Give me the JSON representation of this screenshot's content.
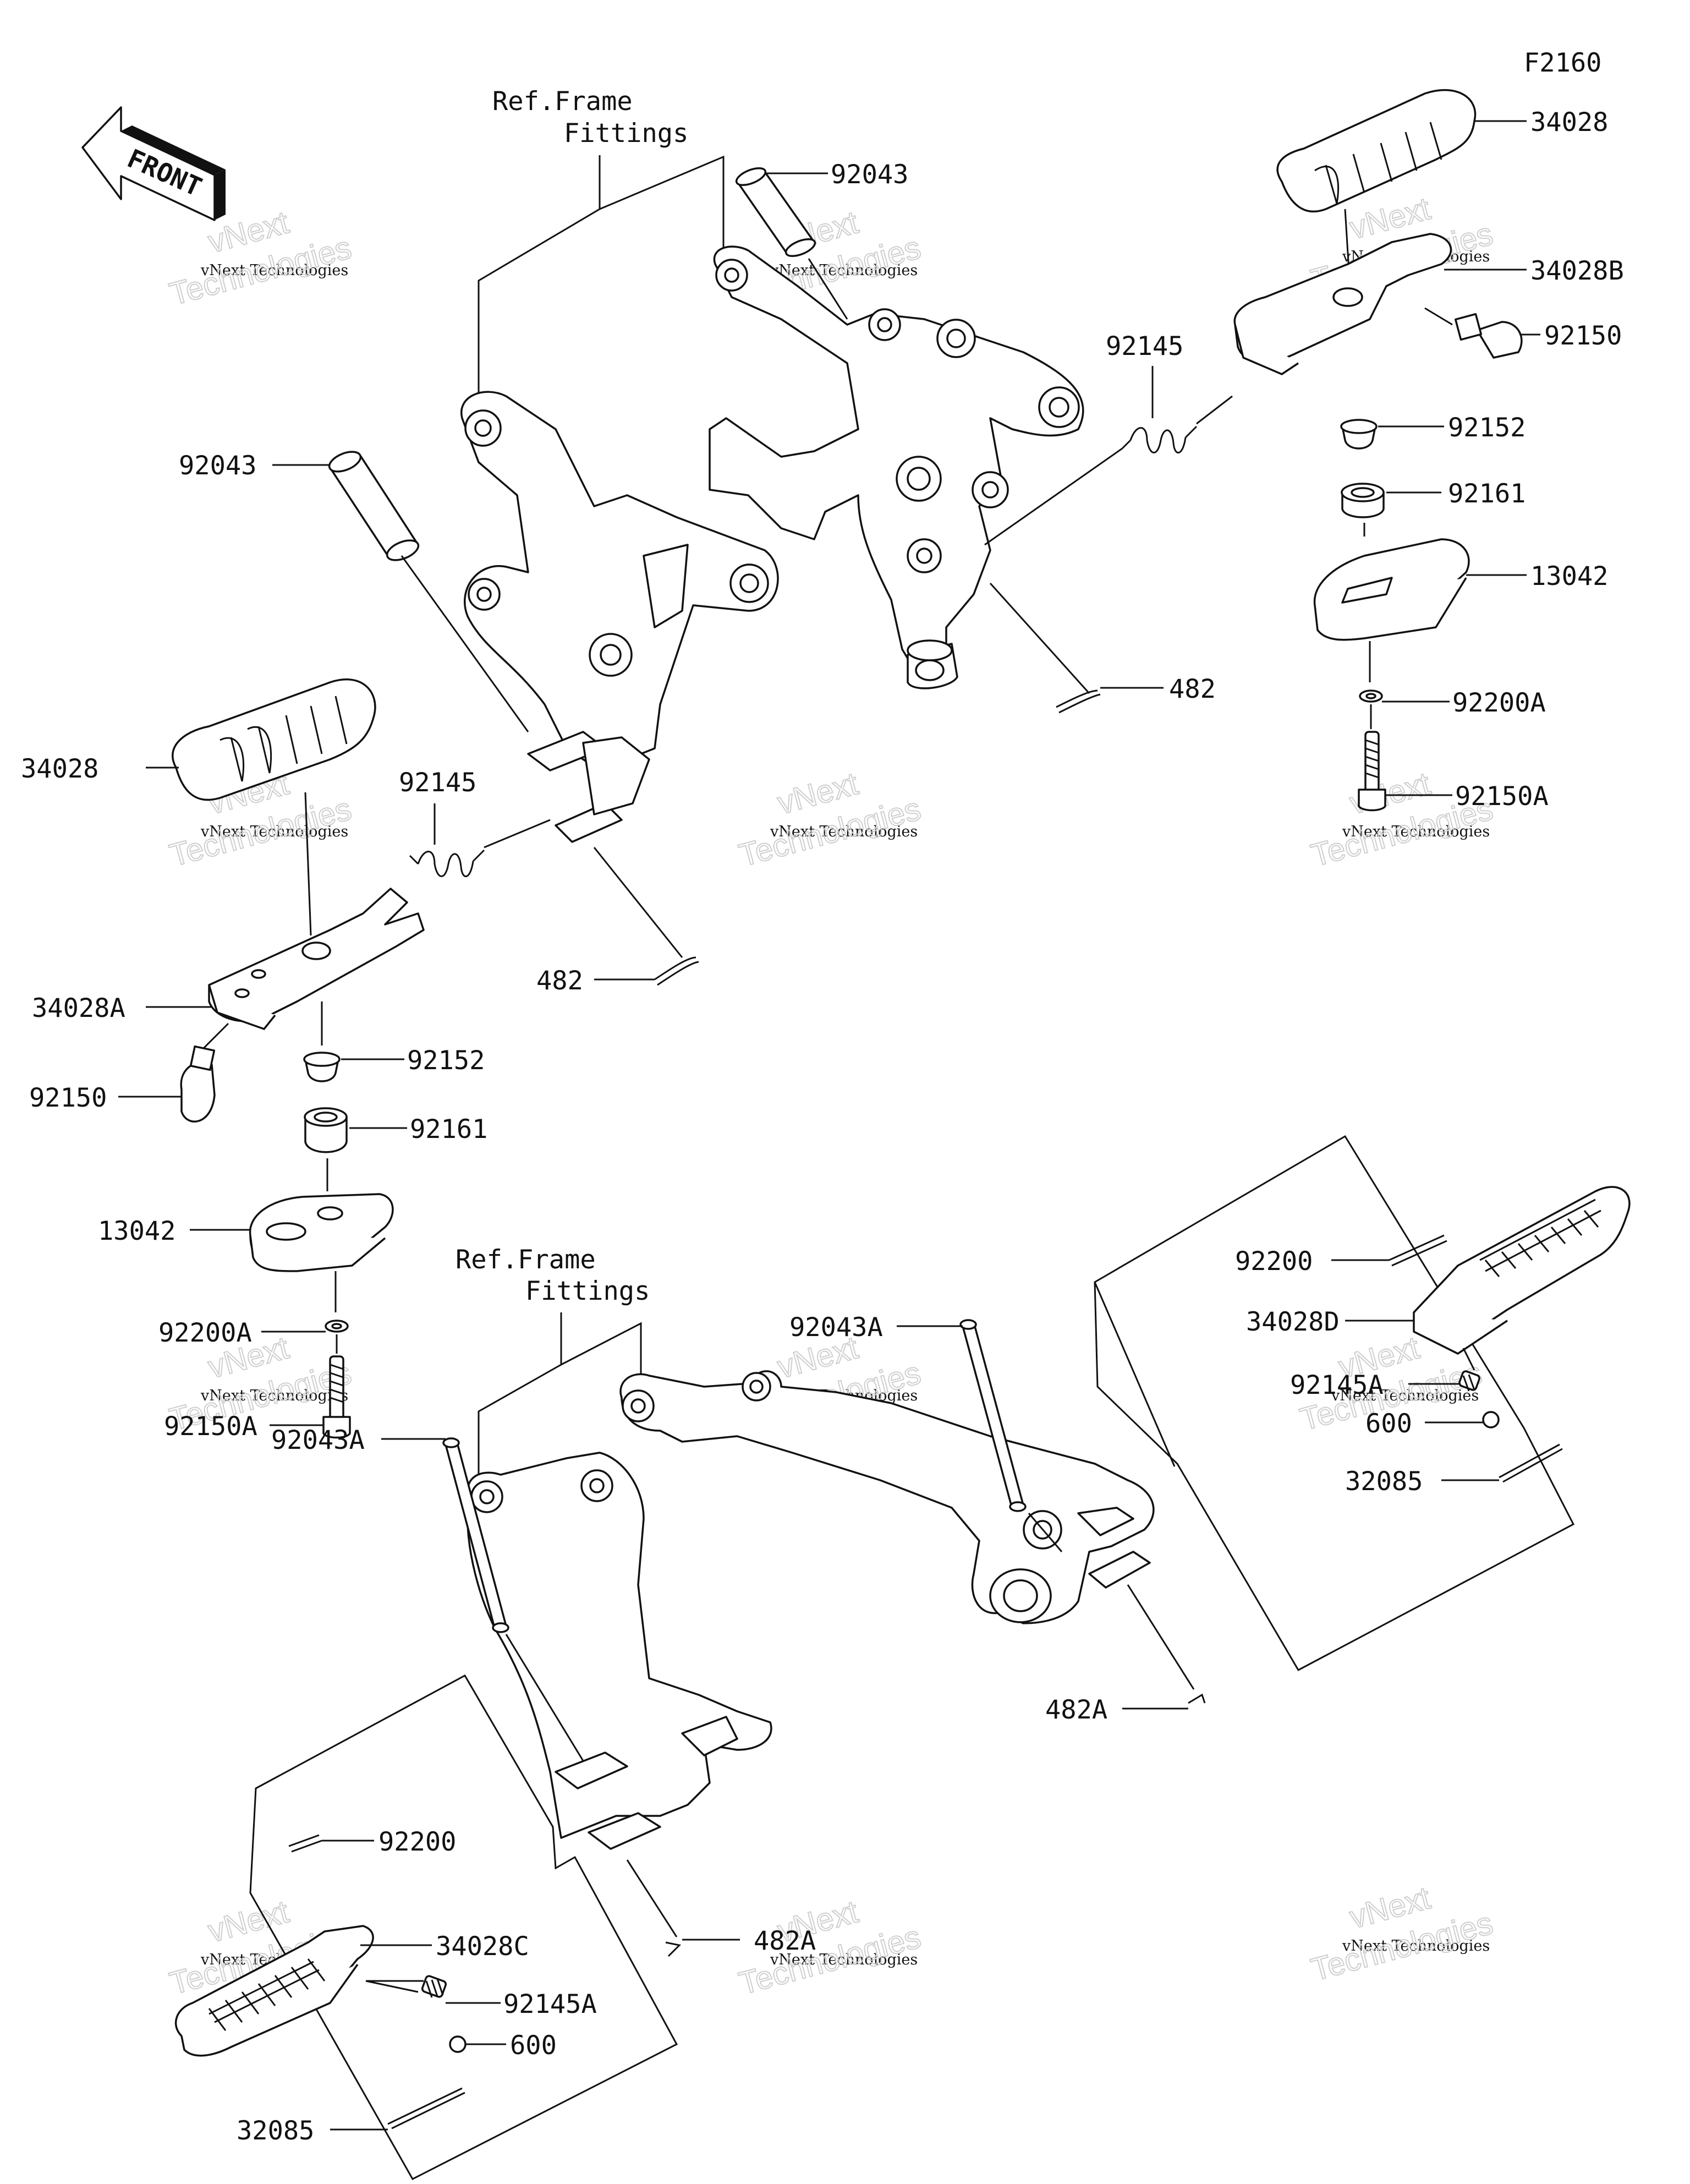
{
  "figure_code": "F2160",
  "front_arrow": {
    "text": "FRONT",
    "icon": "front-arrow-icon"
  },
  "watermark": {
    "line1": "vNext Technologies",
    "line2": "vNext",
    "line3": "Technologies"
  },
  "top_left": {
    "ref_frame": {
      "line1": "Ref.Frame",
      "line2": "Fittings"
    },
    "labels": {
      "pin_92043": "92043",
      "footpeg_34028": "34028",
      "spring_92145": "92145",
      "cotter_482": "482",
      "holder_34028A": "34028A",
      "bolt_92150": "92150",
      "collar_92152": "92152",
      "damper_92161": "92161",
      "weight_13042": "13042",
      "washer_92200A": "92200A",
      "bolt_92150A": "92150A"
    }
  },
  "top_right": {
    "labels": {
      "pin_92043": "92043",
      "footpeg_34028": "34028",
      "holder_34028B": "34028B",
      "spring_92145": "92145",
      "bolt_92150": "92150",
      "collar_92152": "92152",
      "damper_92161": "92161",
      "weight_13042": "13042",
      "cotter_482": "482",
      "washer_92200A": "92200A",
      "bolt_92150A": "92150A"
    }
  },
  "bottom_left": {
    "ref_frame": {
      "line1": "Ref.Frame",
      "line2": "Fittings"
    },
    "labels": {
      "pin_92043A": "92043A",
      "washer_92200": "92200",
      "footpeg_34028C": "34028C",
      "spring_92145A": "92145A",
      "ball_600": "600",
      "plate_32085": "32085",
      "cotter_482A": "482A"
    }
  },
  "bottom_right": {
    "labels": {
      "pin_92043A": "92043A",
      "washer_92200": "92200",
      "footpeg_34028D": "34028D",
      "spring_92145A": "92145A",
      "ball_600": "600",
      "plate_32085": "32085",
      "cotter_482A": "482A"
    }
  }
}
